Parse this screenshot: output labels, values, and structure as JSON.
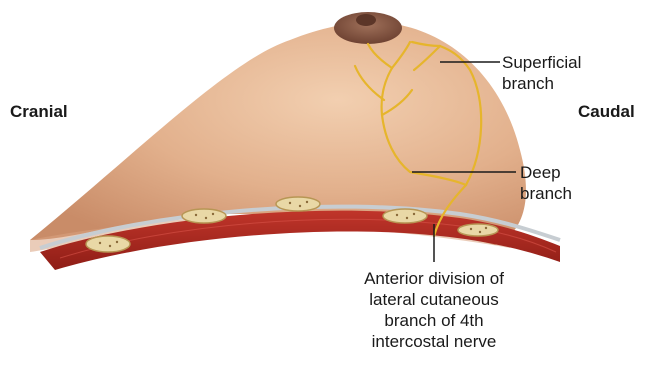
{
  "orientation": {
    "left": "Cranial",
    "right": "Caudal"
  },
  "callouts": {
    "superficial": [
      "Superficial",
      "branch"
    ],
    "deep": [
      "Deep",
      "branch"
    ],
    "anterior": [
      "Anterior division of",
      "lateral cutaneous",
      "branch of 4th",
      "intercostal nerve"
    ]
  },
  "colors": {
    "skin": "#e2b08c",
    "skin_shadow": "#c98c68",
    "areola": "#8c5a44",
    "nerve": "#e6b52c",
    "muscle": "#a8261c",
    "fascia": "#c7cdd2"
  }
}
